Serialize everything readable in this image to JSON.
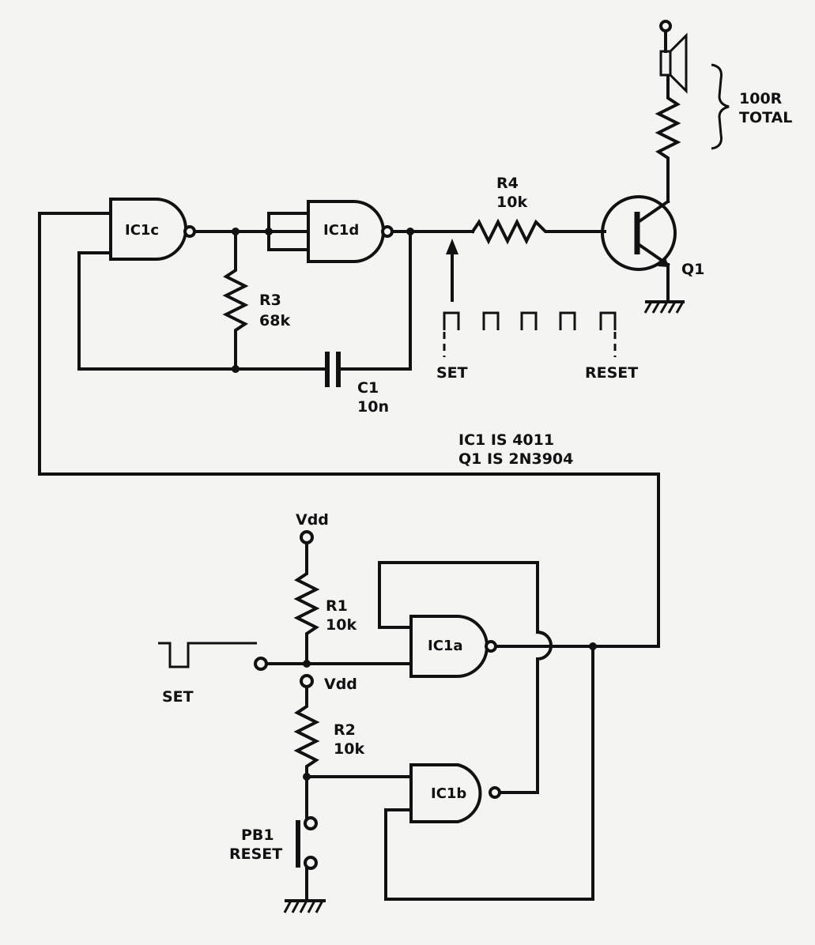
{
  "components": {
    "ic1a": "IC1a",
    "ic1b": "IC1b",
    "ic1c": "IC1c",
    "ic1d": "IC1d",
    "r1": {
      "name": "R1",
      "value": "10k"
    },
    "r2": {
      "name": "R2",
      "value": "10k"
    },
    "r3": {
      "name": "R3",
      "value": "68k"
    },
    "r4": {
      "name": "R4",
      "value": "10k"
    },
    "c1": {
      "name": "C1",
      "value": "10n"
    },
    "q1": "Q1",
    "pb1": {
      "name": "PB1",
      "function": "RESET"
    },
    "speaker": {
      "line1": "100R",
      "line2": "TOTAL"
    }
  },
  "supply": {
    "vdd_top": "Vdd",
    "vdd_mid": "Vdd"
  },
  "waveform": {
    "set": "SET",
    "reset": "RESET"
  },
  "input_set": "SET",
  "notes": {
    "line1": "IC1 IS 4011",
    "line2": "Q1 IS 2N3904"
  }
}
